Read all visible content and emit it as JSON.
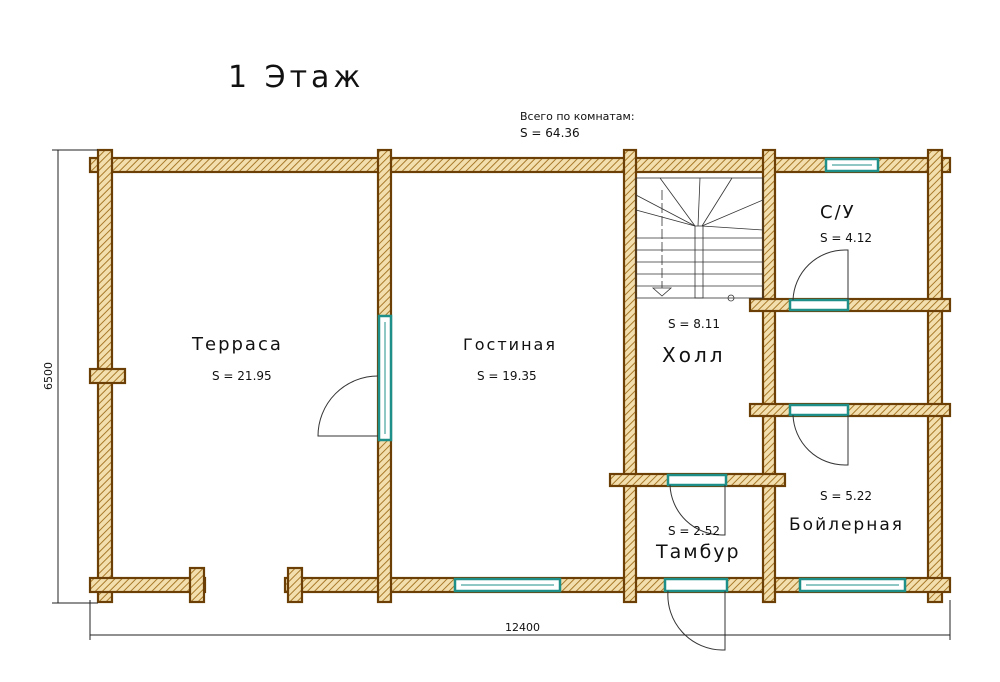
{
  "title": "1 Этаж",
  "total": {
    "label": "Всего по комнатам:",
    "area": "S  =  64.36"
  },
  "rooms": [
    {
      "name": "Терраса",
      "area": "S  =  21.95"
    },
    {
      "name": "Гостиная",
      "area": "S  =  19.35"
    },
    {
      "name": "Холл",
      "area": "S  =  8.11"
    },
    {
      "name": "С/У",
      "area": "S  =  4.12"
    },
    {
      "name": "Бойлерная",
      "area": "S  =  5.22"
    },
    {
      "name": "Тамбур",
      "area": "S  =  2.52"
    }
  ],
  "dimensions": {
    "width": "12400",
    "height": "6500"
  },
  "colors": {
    "wall_outline": "#6b3f06",
    "wall_fill": "#e6c98c",
    "window": "#1f8f8a"
  }
}
